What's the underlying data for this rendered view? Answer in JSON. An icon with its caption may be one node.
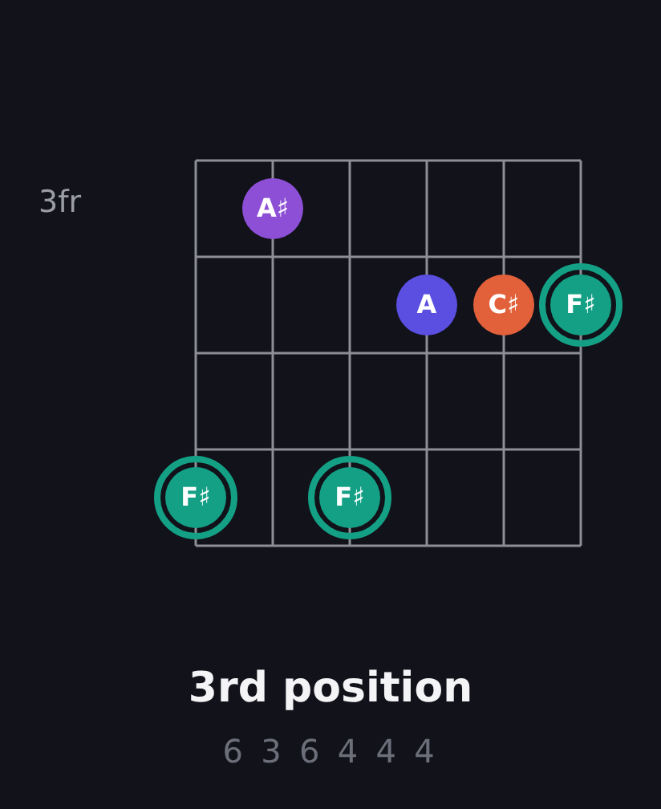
{
  "diagram": {
    "title": "3rd position",
    "caption": "6 3 6 4 4 4",
    "nodes": [
      {
        "text": [
          "A♯"
        ]
      },
      {
        "text": [
          "A"
        ]
      },
      {
        "text": [
          "C♯"
        ]
      },
      {
        "text": [
          "F♯"
        ]
      },
      {
        "text": [
          "F♯"
        ]
      },
      {
        "text": [
          "F♯"
        ]
      }
    ],
    "labels": [
      "3fr"
    ]
  }
}
